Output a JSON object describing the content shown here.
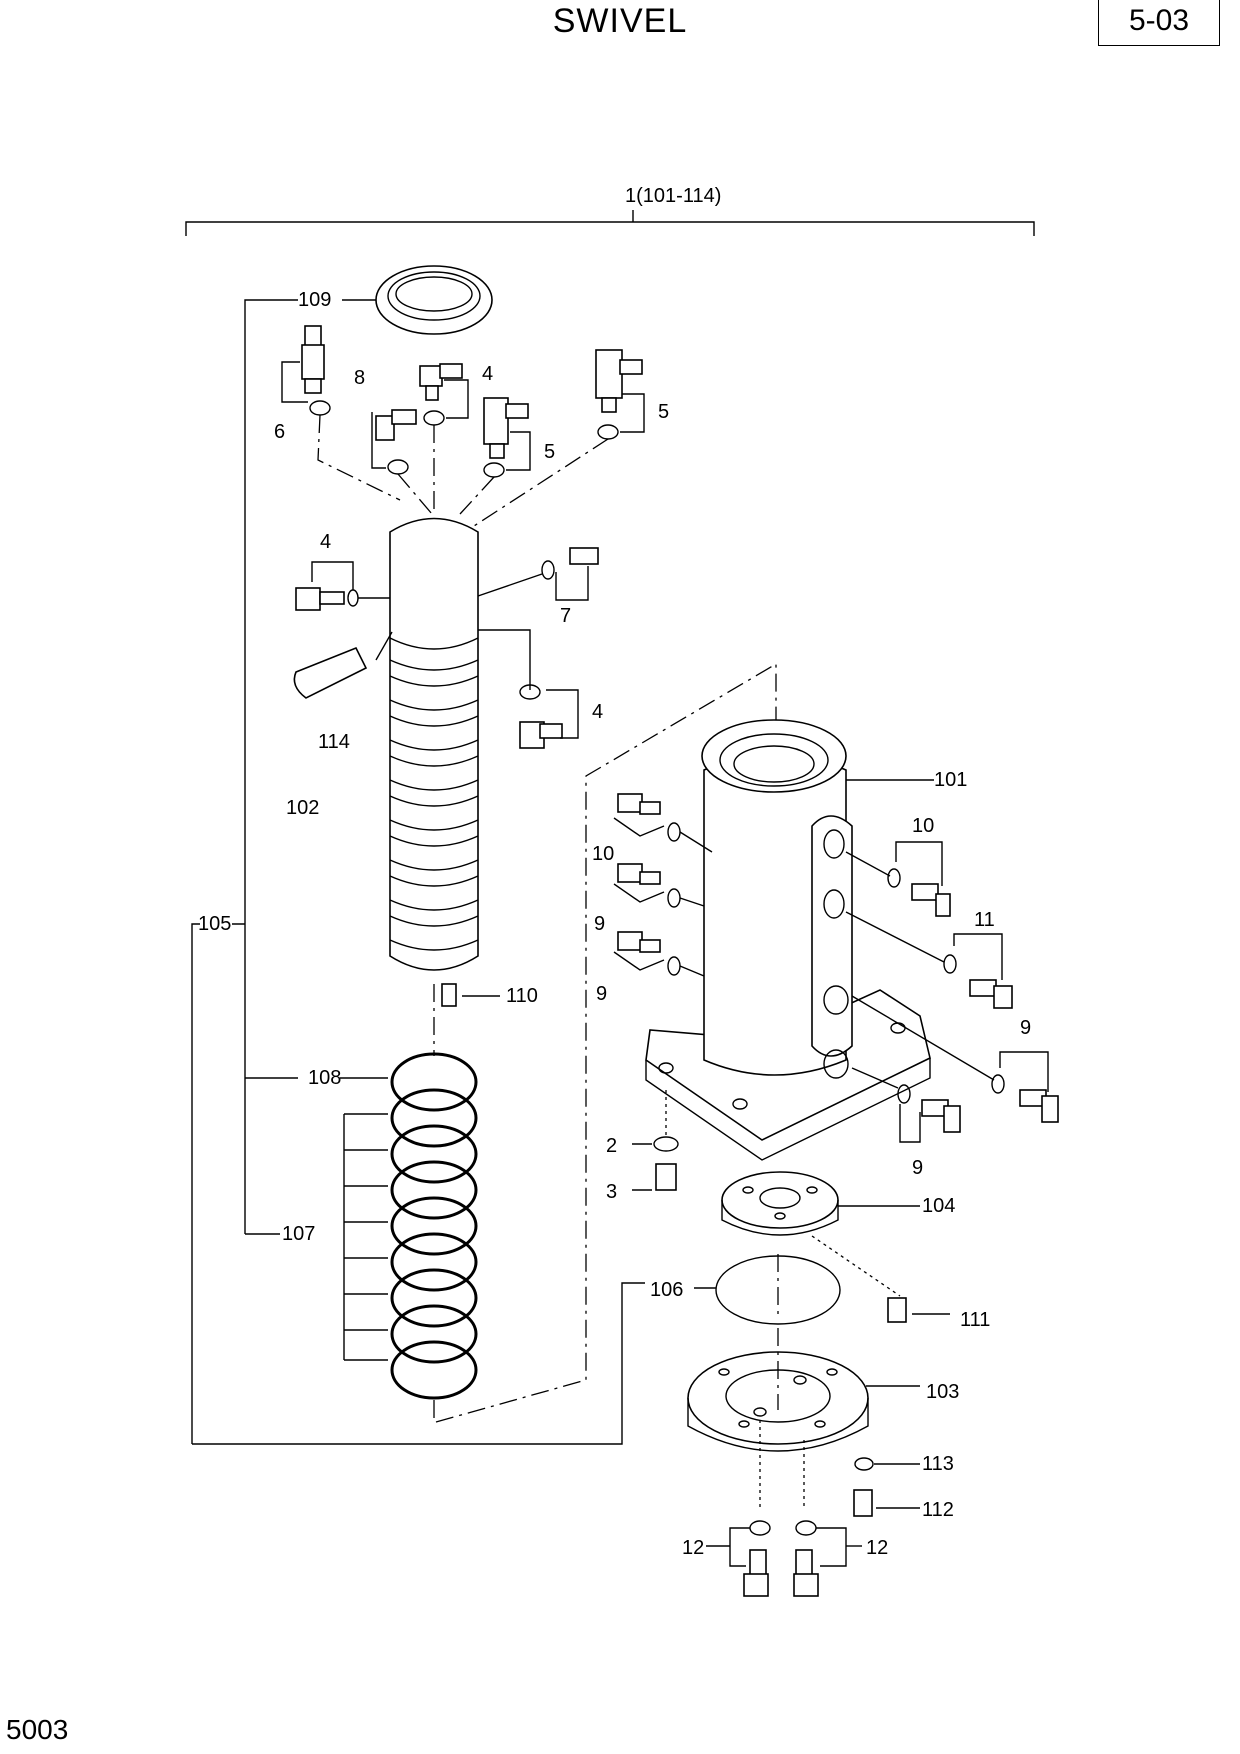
{
  "header": {
    "title": "SWIVEL",
    "page_code": "5-03"
  },
  "footer": {
    "doc_number": "5003"
  },
  "assembly_label": "1(101-114)",
  "callouts": {
    "c109": "109",
    "c6": "6",
    "c8": "8",
    "c4a": "4",
    "c5a": "5",
    "c5b": "5",
    "c4b": "4",
    "c7": "7",
    "c4c": "4",
    "c114": "114",
    "c102": "102",
    "c105": "105",
    "c110": "110",
    "c108": "108",
    "c107": "107",
    "c101": "101",
    "c10a": "10",
    "c10b": "10",
    "c9a": "9",
    "c9b": "9",
    "c11": "11",
    "c9c": "9",
    "c9d": "9",
    "c2": "2",
    "c3": "3",
    "c104": "104",
    "c106": "106",
    "c111": "111",
    "c103": "103",
    "c113": "113",
    "c112": "112",
    "c12a": "12",
    "c12b": "12"
  }
}
